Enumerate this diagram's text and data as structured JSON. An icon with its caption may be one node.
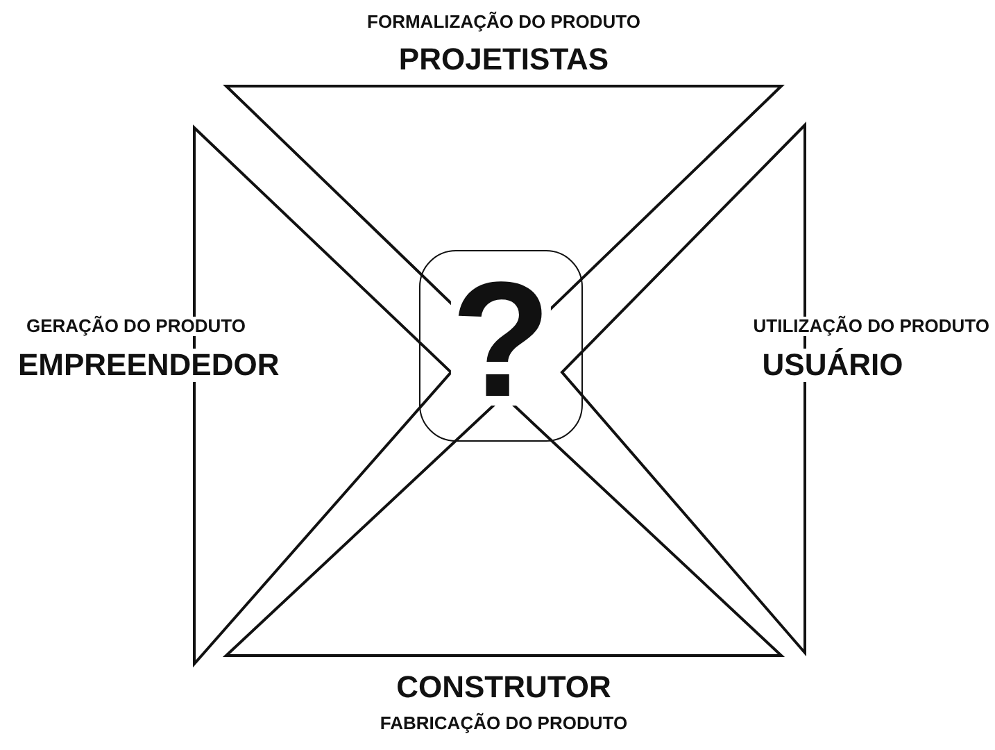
{
  "diagram": {
    "nodes": [
      {
        "text": [
          "FORMALIZAÇÃO DO PRODUTO",
          "PROJETISTAS"
        ]
      },
      {
        "text": [
          "GERAÇÃO DO PRODUTO",
          "EMPREENDEDOR"
        ]
      },
      {
        "text": [
          "UTILIZAÇÃO DO PRODUTO",
          "USUÁRIO"
        ]
      },
      {
        "text": [
          "CONSTRUTOR",
          "FABRICAÇÃO DO PRODUTO"
        ]
      },
      {
        "text": [
          "?"
        ]
      }
    ]
  }
}
